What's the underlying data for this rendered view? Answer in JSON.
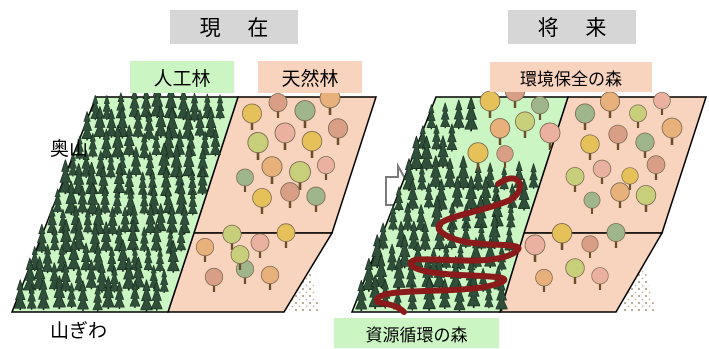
{
  "titles": {
    "current": "現 在",
    "future": "将 来"
  },
  "legend": {
    "plantation": "人工林",
    "natural": "天然林",
    "env_forest": "環境保全の森",
    "resource_forest": "資源循環の森"
  },
  "slope_labels": {
    "deep": "奥山",
    "edge": "山ぎわ"
  },
  "colors": {
    "plantation_fill": "#ccf5c4",
    "natural_fill": "#f8d3bd",
    "title_fill": "#d6d6d6",
    "conifer": "#2f4f3a",
    "road": "#8b1a1a"
  },
  "icons": {
    "transition": "right-arrow-icon"
  }
}
